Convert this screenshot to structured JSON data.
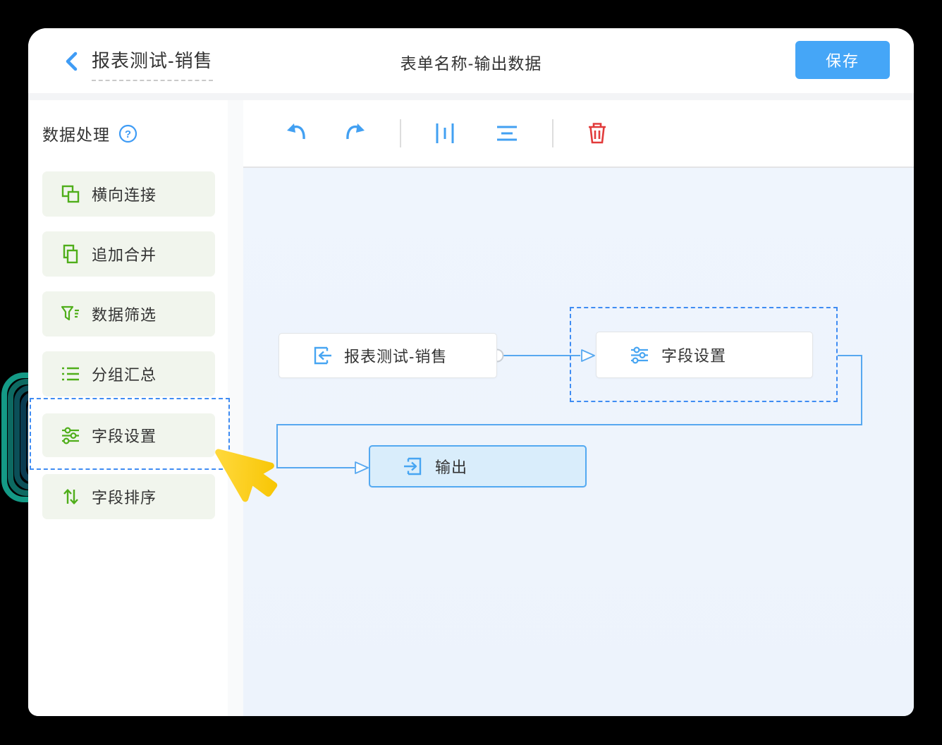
{
  "header": {
    "back_icon": "chevron-left",
    "title": "报表测试-销售",
    "center_title": "表单名称-输出数据",
    "save_label": "保存"
  },
  "sidebar": {
    "title": "数据处理",
    "help_icon": "question-mark",
    "items": [
      {
        "label": "横向连接",
        "icon": "join-horizontal-icon"
      },
      {
        "label": "追加合并",
        "icon": "append-merge-icon"
      },
      {
        "label": "数据筛选",
        "icon": "data-filter-icon"
      },
      {
        "label": "分组汇总",
        "icon": "group-summary-icon"
      },
      {
        "label": "字段设置",
        "icon": "field-settings-icon",
        "dragging": true
      },
      {
        "label": "字段排序",
        "icon": "field-sort-icon"
      }
    ]
  },
  "toolbar": {
    "icons": [
      "undo",
      "redo",
      "distribute-vertical",
      "distribute-horizontal",
      "delete"
    ]
  },
  "canvas": {
    "nodes": [
      {
        "label": "报表测试-销售",
        "icon": "input-form-icon"
      },
      {
        "label": "字段设置",
        "icon": "sliders-icon",
        "drop_target": true
      },
      {
        "label": "输出",
        "icon": "output-icon",
        "highlighted": true
      }
    ],
    "edges": [
      {
        "from": "报表测试-销售",
        "to": "字段设置"
      },
      {
        "from": "字段设置",
        "to": "输出"
      }
    ]
  },
  "cursor": "yellow-drag-pointer",
  "colors": {
    "accent_blue": "#45a6f7",
    "icon_green": "#4fae1a",
    "delete_red": "#e23b3b",
    "canvas_bg": "#edf3fc",
    "selection_dash": "#3f8cf3",
    "output_node_fill": "#d9edfb",
    "sidebar_item_bg": "#f1f5ed"
  }
}
